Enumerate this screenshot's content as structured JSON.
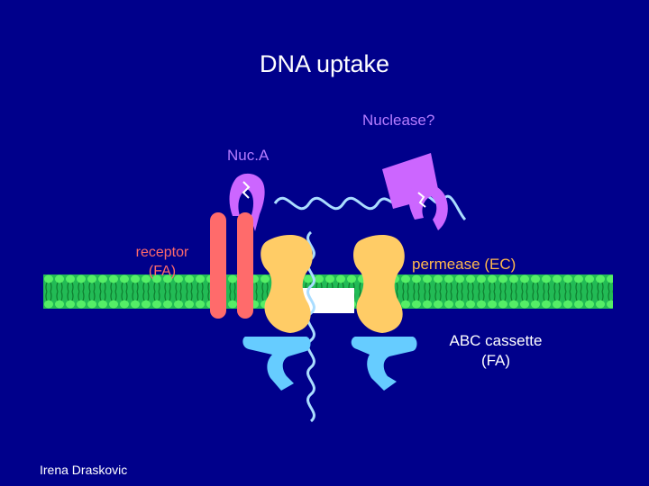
{
  "title": "DNA uptake",
  "labels": {
    "nuclease_question": "Nuclease?",
    "nuca": "Nuc.A",
    "receptor_line1": "receptor",
    "receptor_line2": "(FA)",
    "permease": "permease (EC)",
    "abc_line1": "ABC cassette",
    "abc_line2": "(FA)"
  },
  "author": "Irena Draskovic",
  "colors": {
    "background": "#00008b",
    "membrane": "#22bb55",
    "nuclease": "#cc66ff",
    "receptor": "#ff6b6b",
    "permease": "#ffcc66",
    "abc": "#66ccff",
    "dna": "#aaddff"
  }
}
